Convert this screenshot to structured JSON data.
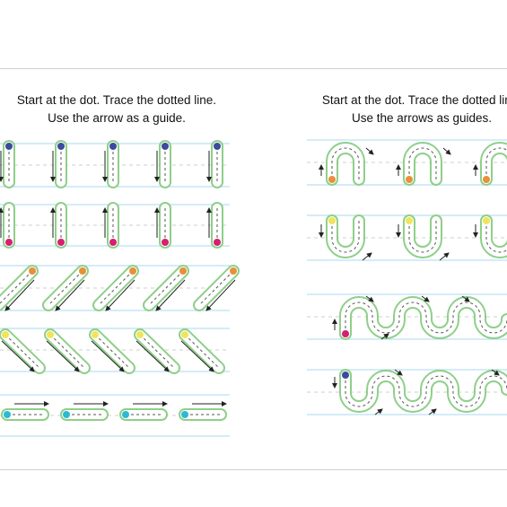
{
  "left_page": {
    "instruction_line1": "Start at the dot. Trace the dotted line.",
    "instruction_line2": "Use the arrow as a guide."
  },
  "right_page": {
    "instruction_line1": "Start at the dot. Trace the dotted line.",
    "instruction_line2": "Use the arrows as guides."
  },
  "colors": {
    "track_outline": "#8fcf8a",
    "guide_line": "#a8d8f0",
    "guide_dash": "#cfcfcf",
    "dot_navy": "#3d4aa0",
    "dot_magenta": "#d61f73",
    "dot_orange": "#e8903a",
    "dot_yellow": "#f1e45a",
    "dot_cyan": "#2cb9d4",
    "arrow": "#222222"
  },
  "icons": {
    "start_dot": "start-dot-icon",
    "direction_arrow": "direction-arrow-icon"
  }
}
